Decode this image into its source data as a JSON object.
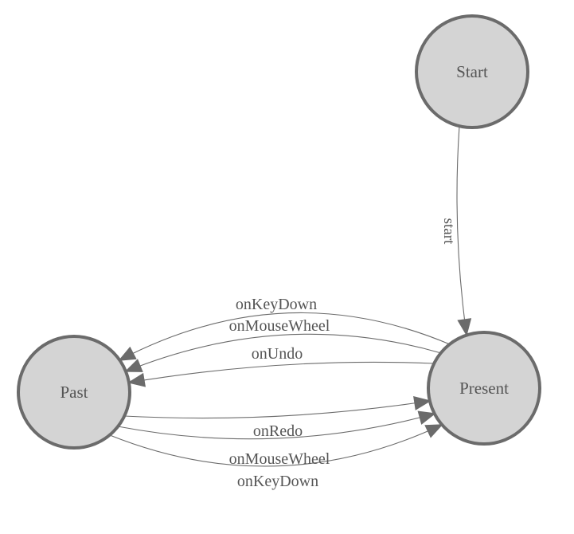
{
  "diagram": {
    "type": "state-machine",
    "colors": {
      "background": "#ffffff",
      "node_fill": "#d4d4d4",
      "node_stroke": "#6b6b6b",
      "edge_stroke": "#6b6b6b",
      "arrow_fill": "#6b6b6b",
      "label_color": "#555555"
    },
    "nodes": [
      {
        "id": "start",
        "label": "Start"
      },
      {
        "id": "present",
        "label": "Present"
      },
      {
        "id": "past",
        "label": "Past"
      }
    ],
    "edges": [
      {
        "id": "start-to-present",
        "label": "start",
        "from": "Start",
        "to": "Present"
      },
      {
        "id": "present-to-past-onkeydown",
        "label": "onKeyDown",
        "from": "Present",
        "to": "Past"
      },
      {
        "id": "present-to-past-onmousewheel",
        "label": "onMouseWheel",
        "from": "Present",
        "to": "Past"
      },
      {
        "id": "present-to-past-onundo",
        "label": "onUndo",
        "from": "Present",
        "to": "Past"
      },
      {
        "id": "past-to-present-onredo",
        "label": "onRedo",
        "from": "Past",
        "to": "Present"
      },
      {
        "id": "past-to-present-onmousewheel",
        "label": "onMouseWheel",
        "from": "Past",
        "to": "Present"
      },
      {
        "id": "past-to-present-onkeydown",
        "label": "onKeyDown",
        "from": "Past",
        "to": "Present"
      }
    ]
  }
}
